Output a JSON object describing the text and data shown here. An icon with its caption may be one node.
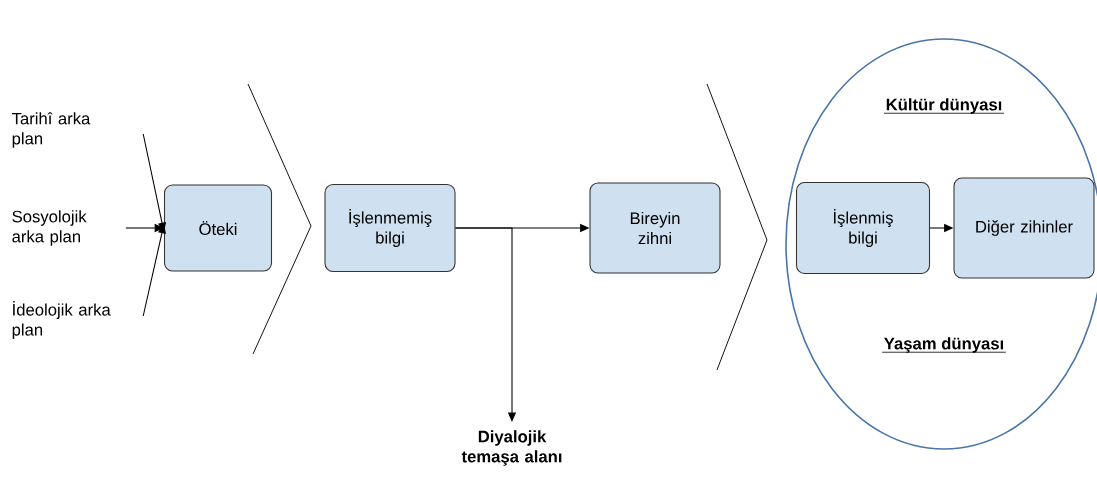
{
  "diagram": {
    "nodes": [
      {
        "text": [
          "Tarihî arka plan"
        ]
      },
      {
        "text": [
          "Sosyolojik arka plan"
        ]
      },
      {
        "text": [
          "İdeolojik arka plan"
        ]
      },
      {
        "text": [
          "Öteki"
        ]
      },
      {
        "text": [
          "İşlenmemiş bilgi"
        ]
      },
      {
        "text": [
          "Bireyin zihni"
        ]
      },
      {
        "text": [
          "Diyalojik temaşa alanı"
        ]
      },
      {
        "text": [
          "Kültür dünyası",
          "Yaşam dünyası"
        ]
      },
      {
        "text": [
          "İşlenmiş bilgi"
        ],
        "in": 7
      },
      {
        "text": [
          "Diğer zihinler"
        ],
        "in": 7
      }
    ],
    "edges": [
      {
        "from": 0,
        "to": 3,
        "arrow": "to"
      },
      {
        "from": 1,
        "to": 3,
        "arrow": "to"
      },
      {
        "from": 2,
        "to": 3,
        "arrow": "to"
      },
      {
        "from": 4,
        "to": 5,
        "arrow": "to"
      },
      {
        "from": 4,
        "to": 6,
        "arrow": "to"
      },
      {
        "from": 8,
        "to": 9,
        "arrow": "to"
      }
    ]
  }
}
